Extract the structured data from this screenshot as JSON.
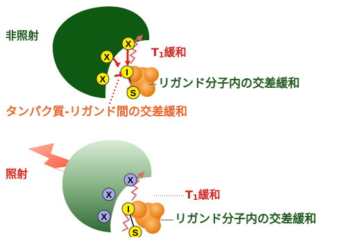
{
  "top_panel": {
    "condition_label": "非照射",
    "t1_relax_prefix": "T",
    "t1_relax_sub": "1",
    "t1_relax_suffix": "緩和",
    "ligand_cross_relax": "リガンド分子内の交差緩和",
    "protein_ligand_cross_relax": "タンパク質-リガンド間の交差緩和"
  },
  "bottom_panel": {
    "condition_label": "照射",
    "t1_relax_prefix": "T",
    "t1_relax_sub": "1",
    "t1_relax_suffix": "緩和",
    "ligand_cross_relax": "リガンド分子内の交差緩和"
  },
  "atoms": {
    "protein_proton": "X",
    "ligand_observed": "I",
    "ligand_saturated": "S"
  },
  "colors": {
    "protein_dark": "#0f5a12",
    "protein_light_top": "#d8ecd6",
    "protein_light_bottom": "#2f6b33",
    "ligand": "#f08a1c",
    "atom_yellow": "#ffee00",
    "atom_blue": "#a8a8f0",
    "arrow_red": "#e0231b",
    "zigzag": "#d86a6a",
    "lightning": "#ff3b1a"
  }
}
